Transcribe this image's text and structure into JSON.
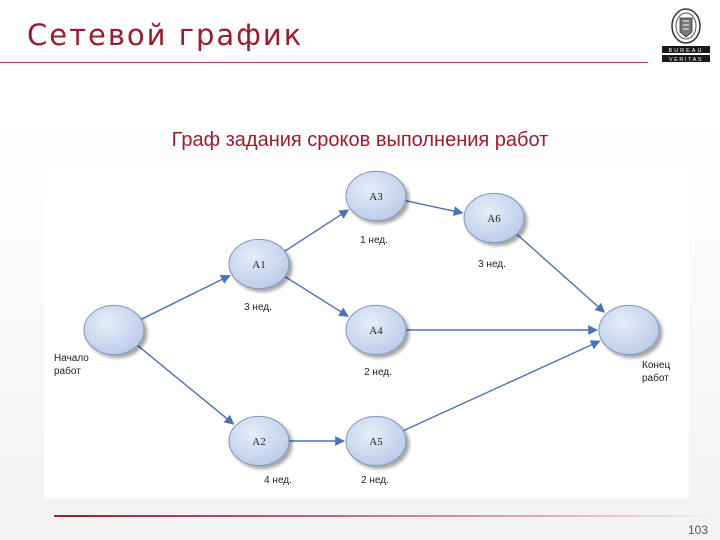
{
  "slide": {
    "title": "Сетевой график",
    "subtitle": "Граф задания сроков выполнения работ",
    "page_number": "103"
  },
  "logo": {
    "top_word": "BUREAU",
    "bottom_word": "VERITAS",
    "emblem": "bureau-veritas-emblem-icon"
  },
  "diagram": {
    "nodes": [
      {
        "id": "start",
        "label": "",
        "caption": [
          "Начало",
          "работ"
        ]
      },
      {
        "id": "A1",
        "label": "A1",
        "caption": [
          "3 нед."
        ]
      },
      {
        "id": "A2",
        "label": "A2",
        "caption": [
          "4 нед."
        ]
      },
      {
        "id": "A3",
        "label": "A3",
        "caption": [
          "1 нед."
        ]
      },
      {
        "id": "A4",
        "label": "A4",
        "caption": [
          "2 нед."
        ]
      },
      {
        "id": "A5",
        "label": "A5",
        "caption": [
          "2 нед."
        ]
      },
      {
        "id": "A6",
        "label": "A6",
        "caption": [
          "3 нед."
        ]
      },
      {
        "id": "end",
        "label": "",
        "caption": [
          "Конец",
          "работ"
        ]
      }
    ],
    "edges": [
      {
        "from": "start",
        "to": "A1"
      },
      {
        "from": "start",
        "to": "A2"
      },
      {
        "from": "A1",
        "to": "A3"
      },
      {
        "from": "A1",
        "to": "A4"
      },
      {
        "from": "A2",
        "to": "A5"
      },
      {
        "from": "A3",
        "to": "A6"
      },
      {
        "from": "A6",
        "to": "end"
      },
      {
        "from": "A4",
        "to": "end"
      },
      {
        "from": "A5",
        "to": "end"
      }
    ],
    "colors": {
      "node_fill": "#c9d7ef",
      "node_stroke": "#7f95bd",
      "edge": "#4a72b5",
      "text": "#222222"
    }
  }
}
